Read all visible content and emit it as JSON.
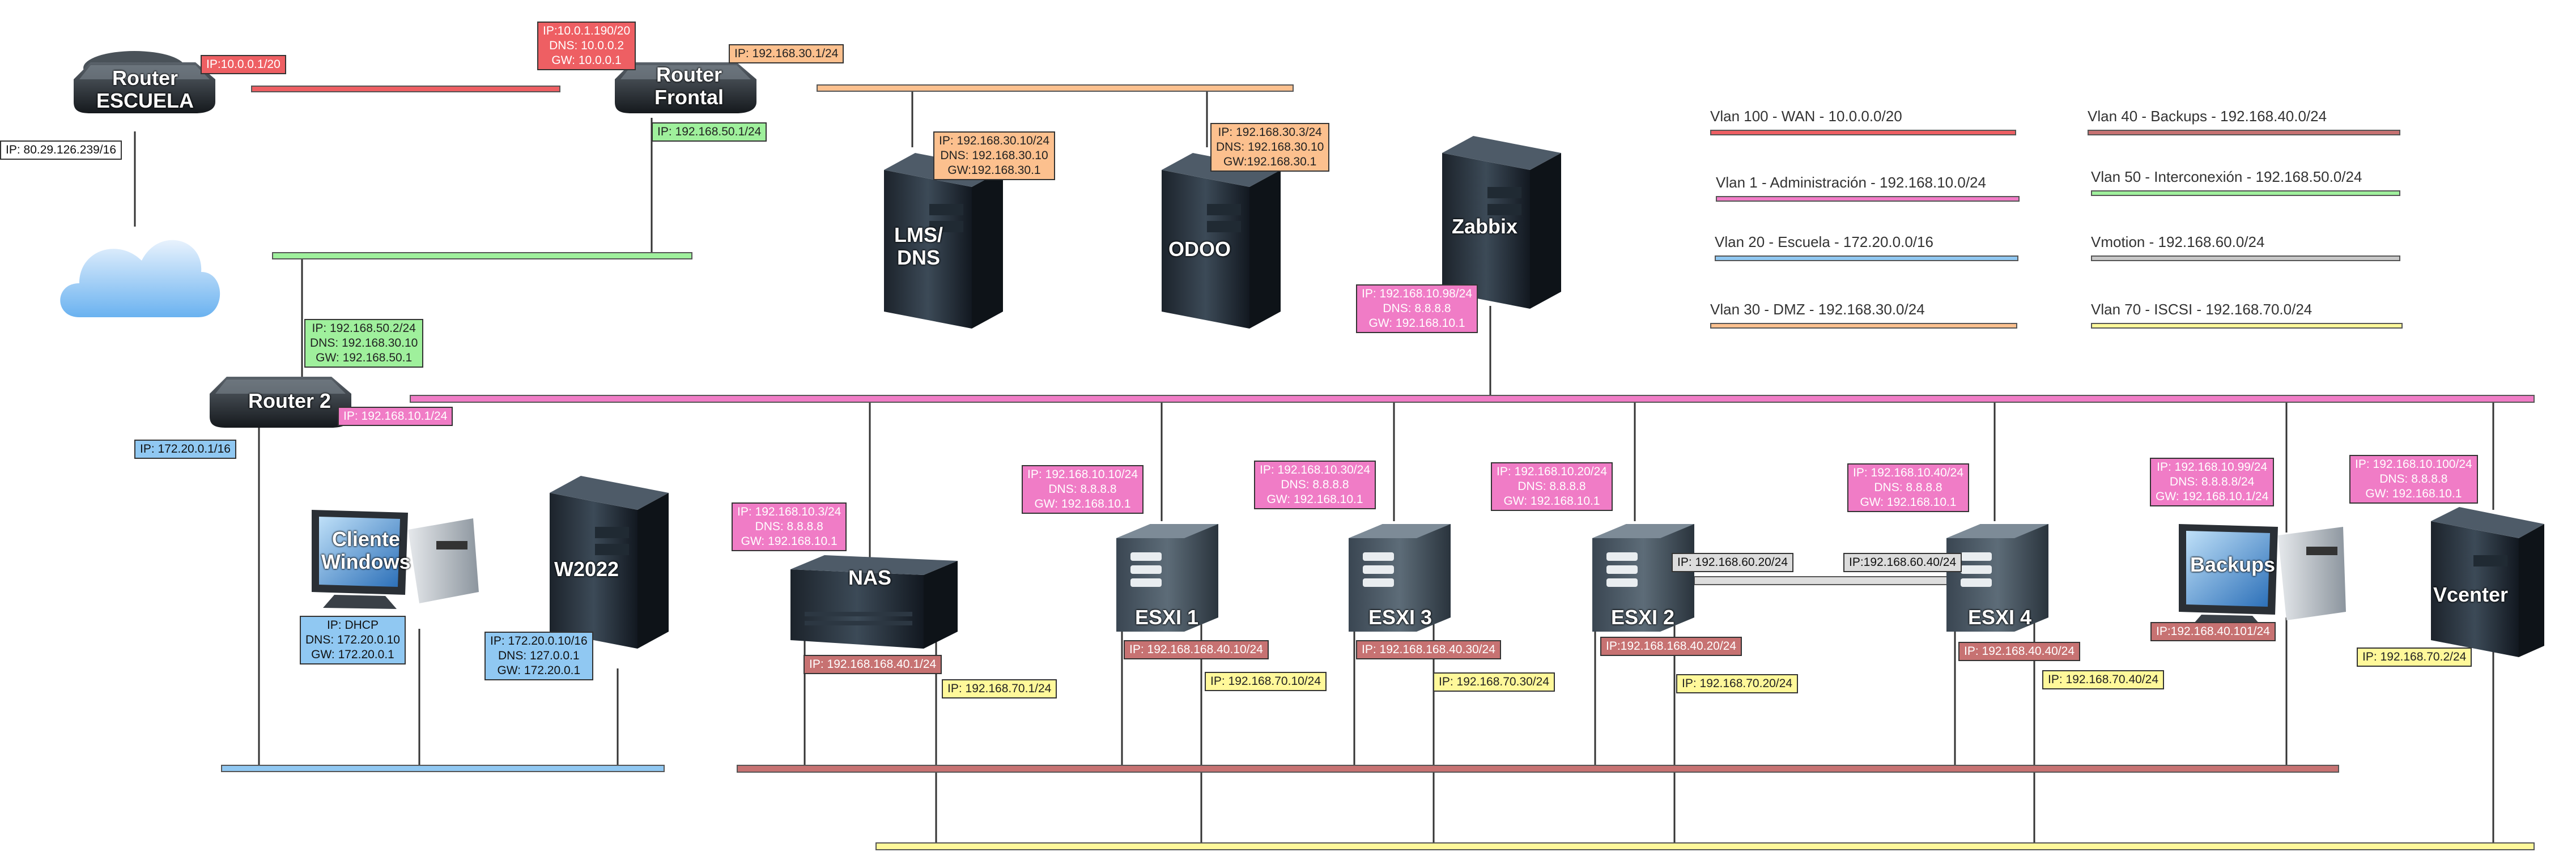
{
  "colors": {
    "wan": "#ee5f63",
    "admin": "#f07cc6",
    "escuela": "#90c8f2",
    "dmz": "#fcc08e",
    "backups": "#c77272",
    "interconexion": "#9ff09c",
    "vmotion": "#c8c8c8",
    "iscsi": "#fff89a"
  },
  "legend": [
    {
      "text": "Vlan 100 - WAN - 10.0.0.0/20",
      "color": "#ee5f63"
    },
    {
      "text": "Vlan 40 - Backups - 192.168.40.0/24",
      "color": "#c77272"
    },
    {
      "text": "Vlan 1 - Administración - 192.168.10.0/24",
      "color": "#f07cc6"
    },
    {
      "text": "Vlan 50 - Interconexión - 192.168.50.0/24",
      "color": "#9ff09c"
    },
    {
      "text": "Vlan 20 - Escuela - 172.20.0.0/16",
      "color": "#90c8f2"
    },
    {
      "text": "Vmotion - 192.168.60.0/24",
      "color": "#c8c8c8"
    },
    {
      "text": "Vlan 30 - DMZ - 192.168.30.0/24",
      "color": "#fcc08e"
    },
    {
      "text": "Vlan 70 - ISCSI - 192.168.70.0/24",
      "color": "#fff89a"
    }
  ],
  "devices": {
    "router_escuela": "Router\nESCUELA",
    "router_frontal": "Router\nFrontal",
    "router2": "Router 2",
    "lms": "LMS/\nDNS",
    "odoo": "ODOO",
    "zabbix": "Zabbix",
    "cliente": "Cliente\nWindows",
    "w2022": "W2022",
    "nas": "NAS",
    "esxi1": "ESXI 1",
    "esxi3": "ESXI 3",
    "esxi2": "ESXI 2",
    "esxi4": "ESXI 4",
    "backups": "Backups",
    "vcenter": "Vcenter"
  },
  "labels": {
    "re_wan": "IP:10.0.0.1/20",
    "re_public": "IP: 80.29.126.239/16",
    "rf_wan": "IP:10.0.1.190/20\nDNS: 10.0.0.2\nGW: 10.0.0.1",
    "rf_dmz": "IP: 192.168.30.1/24",
    "rf_inter": "IP: 192.168.50.1/24",
    "lms": "IP: 192.168.30.10/24\nDNS: 192.168.30.10\nGW:192.168.30.1",
    "odoo": "IP: 192.168.30.3/24\nDNS: 192.168.30.10\nGW:192.168.30.1",
    "zabbix": "IP: 192.168.10.98/24\nDNS: 8.8.8.8\nGW: 192.168.10.1",
    "r2_inter": "IP: 192.168.50.2/24\nDNS: 192.168.30.10\nGW: 192.168.50.1",
    "r2_admin": "IP: 192.168.10.1/24",
    "r2_escuela": "IP: 172.20.0.1/16",
    "cliente": "IP: DHCP\nDNS: 172.20.0.10\nGW: 172.20.0.1",
    "w2022": "IP: 172.20.0.10/16\nDNS: 127.0.0.1\nGW: 172.20.0.1",
    "nas_admin": "IP: 192.168.10.3/24\nDNS: 8.8.8.8\nGW: 192.168.10.1",
    "nas_back": "IP: 192.168.168.40.1/24",
    "nas_iscsi": "IP: 192.168.70.1/24",
    "esxi1_admin": "IP: 192.168.10.10/24\nDNS: 8.8.8.8\nGW: 192.168.10.1",
    "esxi1_back": "IP: 192.168.168.40.10/24",
    "esxi1_iscsi": "IP: 192.168.70.10/24",
    "esxi3_admin": "IP: 192.168.10.30/24\nDNS: 8.8.8.8\nGW: 192.168.10.1",
    "esxi3_back": "IP: 192.168.168.40.30/24",
    "esxi3_iscsi": "IP: 192.168.70.30/24",
    "esxi2_admin": "IP: 192.168.10.20/24\nDNS: 8.8.8.8\nGW: 192.168.10.1",
    "esxi2_vm": "IP: 192.168.60.20/24",
    "esxi2_back": "IP:192.168.168.40.20/24",
    "esxi2_iscsi": "IP: 192.168.70.20/24",
    "esxi4_admin": "IP: 192.168.10.40/24\nDNS: 8.8.8.8\nGW: 192.168.10.1",
    "esxi4_vm": "IP:192.168.60.40/24",
    "esxi4_back": "IP: 192.168.40.40/24",
    "esxi4_iscsi": "IP: 192.168.70.40/24",
    "backups_admin": "IP: 192.168.10.99/24\nDNS: 8.8.8.8/24\nGW: 192.168.10.1/24",
    "backups_back": "IP:192.168.40.101/24",
    "vcenter_admin": "IP: 192.168.10.100/24\nDNS: 8.8.8.8\nGW: 192.168.10.1",
    "vcenter_iscsi": "IP: 192.168.70.2/24"
  }
}
